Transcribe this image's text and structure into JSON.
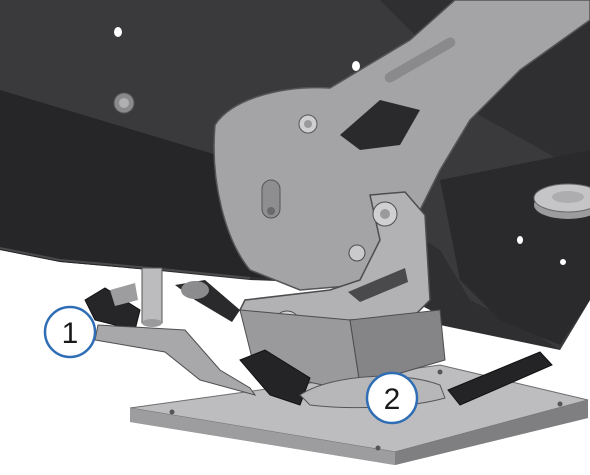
{
  "image": {
    "kind": "CAD rendering of mechanism with numbered callouts",
    "colors": {
      "background": "#ffffff",
      "dark_frame": "#2e2e30",
      "dark_frame_shade": "#1f1f21",
      "plate_gray": "#a9a9ab",
      "plate_light": "#c8c8ca",
      "base_plate": "#b5b5b7",
      "pad_black": "#222224",
      "callout_stroke": "#2f6db5",
      "callout_fill": "#ffffff"
    }
  },
  "callouts": [
    {
      "id": "1",
      "label": "1"
    },
    {
      "id": "2",
      "label": "2"
    }
  ]
}
